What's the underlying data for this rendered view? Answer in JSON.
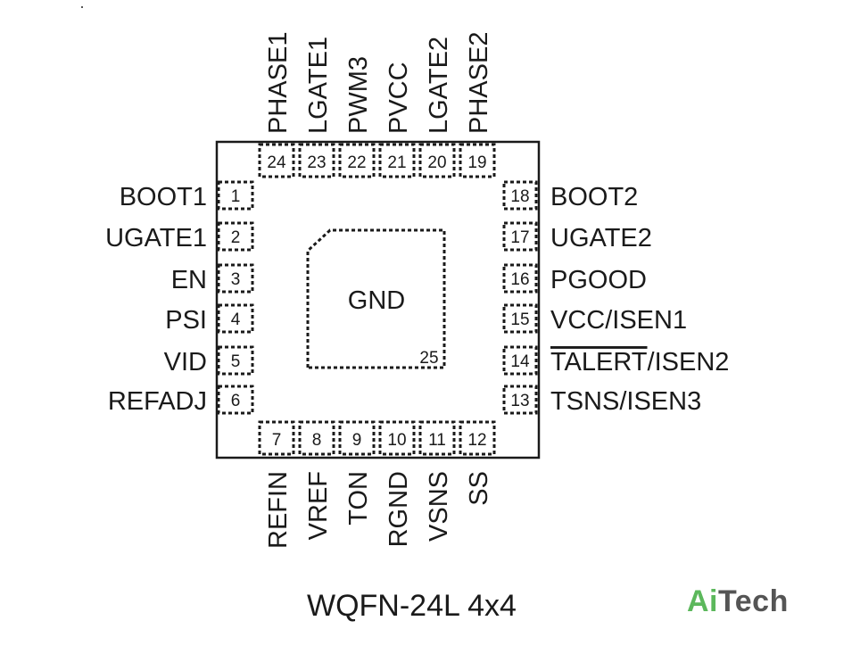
{
  "package": {
    "caption": "WQFN-24L 4x4",
    "center_label": "GND",
    "center_pin_number": "25",
    "pins": [
      {
        "num": "1",
        "name": "BOOT1"
      },
      {
        "num": "2",
        "name": "UGATE1"
      },
      {
        "num": "3",
        "name": "EN"
      },
      {
        "num": "4",
        "name": "PSI"
      },
      {
        "num": "5",
        "name": "VID"
      },
      {
        "num": "6",
        "name": "REFADJ"
      },
      {
        "num": "7",
        "name": "REFIN"
      },
      {
        "num": "8",
        "name": "VREF"
      },
      {
        "num": "9",
        "name": "TON"
      },
      {
        "num": "10",
        "name": "RGND"
      },
      {
        "num": "11",
        "name": "VSNS"
      },
      {
        "num": "12",
        "name": "SS"
      },
      {
        "num": "13",
        "name": "TSNS/ISEN3"
      },
      {
        "num": "14",
        "name": "TALERT/ISEN2",
        "overline": "TALERT"
      },
      {
        "num": "15",
        "name": "VCC/ISEN1"
      },
      {
        "num": "16",
        "name": "PGOOD"
      },
      {
        "num": "17",
        "name": "UGATE2"
      },
      {
        "num": "18",
        "name": "BOOT2"
      },
      {
        "num": "19",
        "name": "PHASE2"
      },
      {
        "num": "20",
        "name": "LGATE2"
      },
      {
        "num": "21",
        "name": "PVCC"
      },
      {
        "num": "22",
        "name": "PWM3"
      },
      {
        "num": "23",
        "name": "LGATE1"
      },
      {
        "num": "24",
        "name": "PHASE1"
      }
    ]
  },
  "logo": {
    "ai": "Ai",
    "tech": "Tech",
    "colors": {
      "ai": "#5cb85c",
      "tech": "#555555"
    }
  }
}
